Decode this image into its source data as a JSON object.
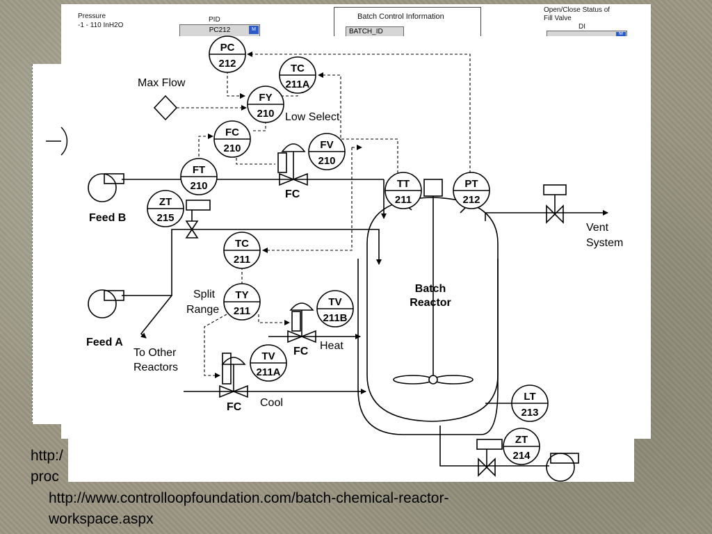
{
  "hmi": {
    "pressure_label": "Pressure",
    "pressure_range": "-1 - 110 InH2O",
    "pid_label": "PID",
    "pid_value": "PC212",
    "batch_info_title": "Batch Control Information",
    "batch_id_label": "BATCH_ID",
    "fill_valve_title": "Open/Close Status of\nFill Valve",
    "di_label": "DI"
  },
  "diagram": {
    "instruments": {
      "pc212": {
        "top": "PC",
        "bottom": "212"
      },
      "tc211a": {
        "top": "TC",
        "bottom": "211A"
      },
      "fy210": {
        "top": "FY",
        "bottom": "210"
      },
      "fc210": {
        "top": "FC",
        "bottom": "210"
      },
      "fv210": {
        "top": "FV",
        "bottom": "210"
      },
      "ft210": {
        "top": "FT",
        "bottom": "210"
      },
      "zt215": {
        "top": "ZT",
        "bottom": "215"
      },
      "tt211": {
        "top": "TT",
        "bottom": "211"
      },
      "pt212": {
        "top": "PT",
        "bottom": "212"
      },
      "tc211": {
        "top": "TC",
        "bottom": "211"
      },
      "ty211": {
        "top": "TY",
        "bottom": "211"
      },
      "tv211b": {
        "top": "TV",
        "bottom": "211B"
      },
      "tv211a": {
        "top": "TV",
        "bottom": "211A"
      },
      "lt213": {
        "top": "LT",
        "bottom": "213"
      },
      "zt214": {
        "top": "ZT",
        "bottom": "214"
      }
    },
    "labels": {
      "max_flow": "Max Flow",
      "low_select": "Low Select",
      "feed_b": "Feed B",
      "feed_a": "Feed A",
      "fc_fv210": "FC",
      "fc_heat": "FC",
      "fc_cool": "FC",
      "heat": "Heat",
      "cool": "Cool",
      "split": "Split",
      "range": "Range",
      "to_other": "To Other",
      "reactors": "Reactors",
      "vent": "Vent",
      "system": "System",
      "batch": "Batch",
      "reactor": "Reactor"
    }
  },
  "captions": {
    "line1": "http:/",
    "line2": "proc",
    "line3": "http://www.controlloopfoundation.com/batch-chemical-reactor-",
    "line4": "workspace.aspx"
  }
}
